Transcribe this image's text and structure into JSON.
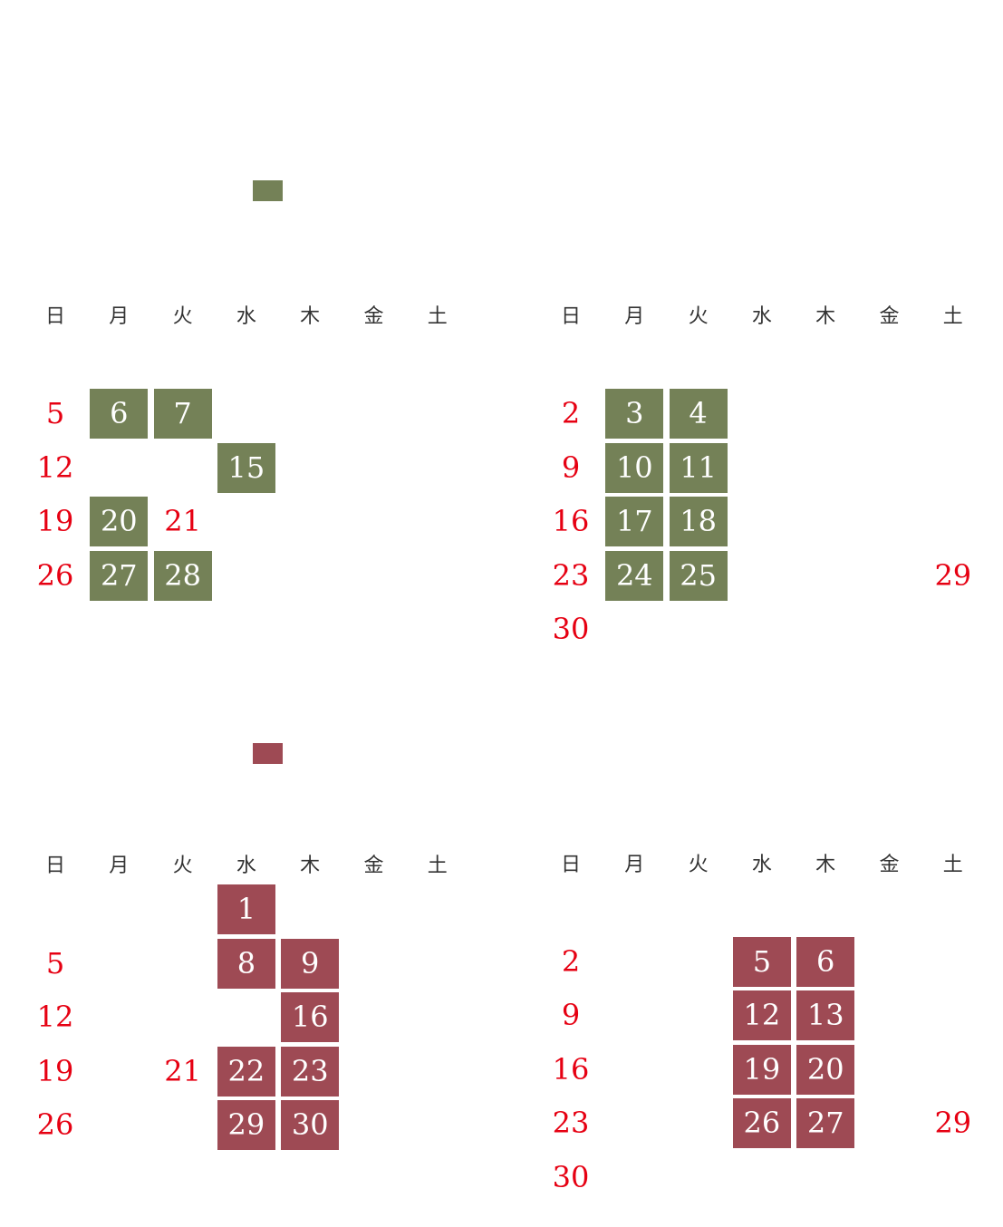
{
  "weekdays": [
    "日",
    "月",
    "火",
    "水",
    "木",
    "金",
    "土"
  ],
  "colors": {
    "group_a": "#748157",
    "group_b": "#9e4a54",
    "holiday_text": "#e60012",
    "weekday_text": "#333333"
  },
  "legends": [
    {
      "group": "a"
    },
    {
      "group": "b"
    }
  ],
  "calendars": [
    {
      "id": "cal-top-left",
      "group": "a",
      "days": [
        {
          "label": "5",
          "col": 0,
          "row": 1,
          "style": "plain"
        },
        {
          "label": "6",
          "col": 1,
          "row": 1,
          "style": "box"
        },
        {
          "label": "7",
          "col": 2,
          "row": 1,
          "style": "box"
        },
        {
          "label": "12",
          "col": 0,
          "row": 2,
          "style": "plain"
        },
        {
          "label": "15",
          "col": 3,
          "row": 2,
          "style": "box"
        },
        {
          "label": "19",
          "col": 0,
          "row": 3,
          "style": "plain"
        },
        {
          "label": "20",
          "col": 1,
          "row": 3,
          "style": "box"
        },
        {
          "label": "21",
          "col": 2,
          "row": 3,
          "style": "plain"
        },
        {
          "label": "26",
          "col": 0,
          "row": 4,
          "style": "plain"
        },
        {
          "label": "27",
          "col": 1,
          "row": 4,
          "style": "box"
        },
        {
          "label": "28",
          "col": 2,
          "row": 4,
          "style": "box"
        }
      ]
    },
    {
      "id": "cal-top-right",
      "group": "a",
      "days": [
        {
          "label": "2",
          "col": 0,
          "row": 1,
          "style": "plain"
        },
        {
          "label": "3",
          "col": 1,
          "row": 1,
          "style": "box"
        },
        {
          "label": "4",
          "col": 2,
          "row": 1,
          "style": "box"
        },
        {
          "label": "9",
          "col": 0,
          "row": 2,
          "style": "plain"
        },
        {
          "label": "10",
          "col": 1,
          "row": 2,
          "style": "box"
        },
        {
          "label": "11",
          "col": 2,
          "row": 2,
          "style": "box"
        },
        {
          "label": "16",
          "col": 0,
          "row": 3,
          "style": "plain"
        },
        {
          "label": "17",
          "col": 1,
          "row": 3,
          "style": "box"
        },
        {
          "label": "18",
          "col": 2,
          "row": 3,
          "style": "box"
        },
        {
          "label": "23",
          "col": 0,
          "row": 4,
          "style": "plain"
        },
        {
          "label": "24",
          "col": 1,
          "row": 4,
          "style": "box"
        },
        {
          "label": "25",
          "col": 2,
          "row": 4,
          "style": "box"
        },
        {
          "label": "29",
          "col": 6,
          "row": 4,
          "style": "plain"
        },
        {
          "label": "30",
          "col": 0,
          "row": 5,
          "style": "plain"
        }
      ]
    },
    {
      "id": "cal-bottom-left",
      "group": "b",
      "days": [
        {
          "label": "1",
          "col": 3,
          "row": 0,
          "style": "box"
        },
        {
          "label": "5",
          "col": 0,
          "row": 1,
          "style": "plain"
        },
        {
          "label": "8",
          "col": 3,
          "row": 1,
          "style": "box"
        },
        {
          "label": "9",
          "col": 4,
          "row": 1,
          "style": "box"
        },
        {
          "label": "12",
          "col": 0,
          "row": 2,
          "style": "plain"
        },
        {
          "label": "16",
          "col": 4,
          "row": 2,
          "style": "box"
        },
        {
          "label": "19",
          "col": 0,
          "row": 3,
          "style": "plain"
        },
        {
          "label": "21",
          "col": 2,
          "row": 3,
          "style": "plain"
        },
        {
          "label": "22",
          "col": 3,
          "row": 3,
          "style": "box"
        },
        {
          "label": "23",
          "col": 4,
          "row": 3,
          "style": "box"
        },
        {
          "label": "26",
          "col": 0,
          "row": 4,
          "style": "plain"
        },
        {
          "label": "29",
          "col": 3,
          "row": 4,
          "style": "box"
        },
        {
          "label": "30",
          "col": 4,
          "row": 4,
          "style": "box"
        }
      ]
    },
    {
      "id": "cal-bottom-right",
      "group": "b",
      "days": [
        {
          "label": "2",
          "col": 0,
          "row": 1,
          "style": "plain"
        },
        {
          "label": "5",
          "col": 3,
          "row": 1,
          "style": "box"
        },
        {
          "label": "6",
          "col": 4,
          "row": 1,
          "style": "box"
        },
        {
          "label": "9",
          "col": 0,
          "row": 2,
          "style": "plain"
        },
        {
          "label": "12",
          "col": 3,
          "row": 2,
          "style": "box"
        },
        {
          "label": "13",
          "col": 4,
          "row": 2,
          "style": "box"
        },
        {
          "label": "16",
          "col": 0,
          "row": 3,
          "style": "plain"
        },
        {
          "label": "19",
          "col": 3,
          "row": 3,
          "style": "box"
        },
        {
          "label": "20",
          "col": 4,
          "row": 3,
          "style": "box"
        },
        {
          "label": "23",
          "col": 0,
          "row": 4,
          "style": "plain"
        },
        {
          "label": "26",
          "col": 3,
          "row": 4,
          "style": "box"
        },
        {
          "label": "27",
          "col": 4,
          "row": 4,
          "style": "box"
        },
        {
          "label": "29",
          "col": 6,
          "row": 4,
          "style": "plain"
        },
        {
          "label": "30",
          "col": 0,
          "row": 5,
          "style": "plain"
        }
      ]
    }
  ]
}
